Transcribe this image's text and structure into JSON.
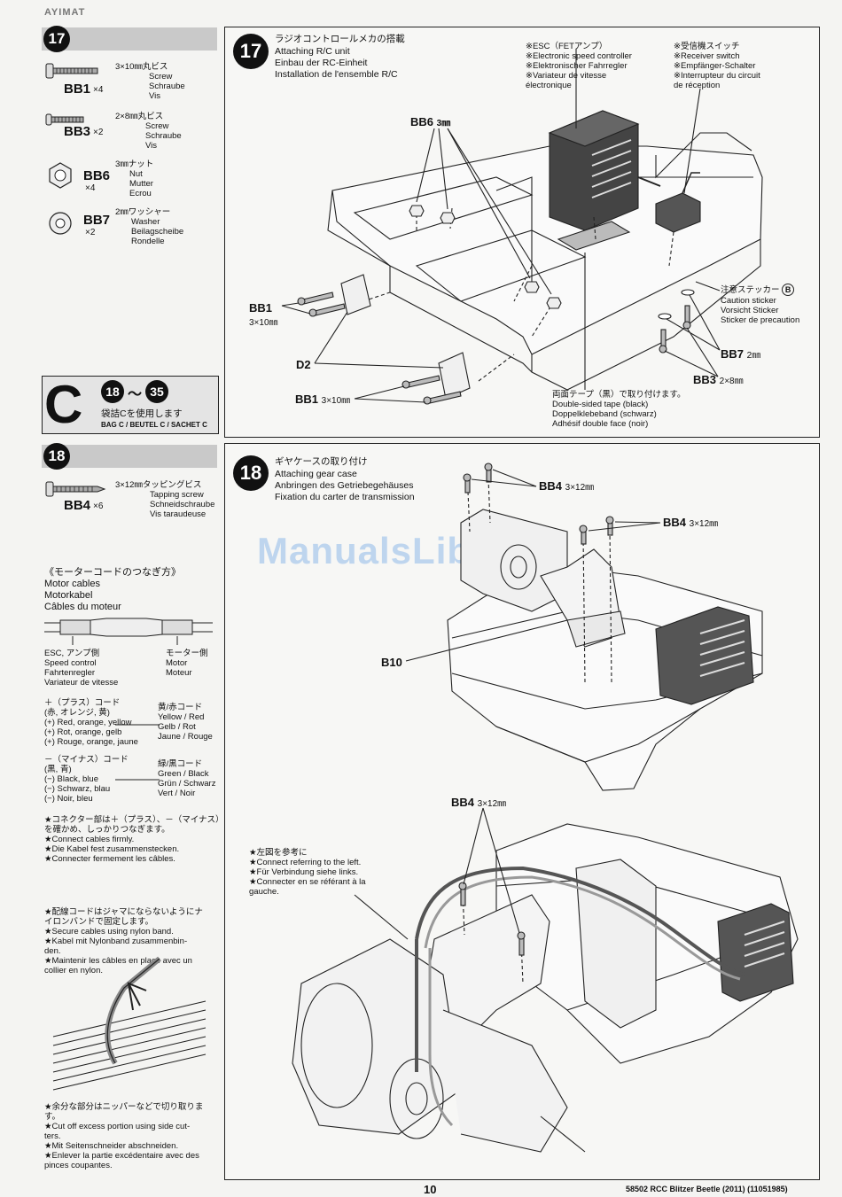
{
  "header_text": "AYIMAT",
  "step17": {
    "number": "17",
    "parts": [
      {
        "code": "BB1",
        "qty": "×4",
        "jp": "3×10㎜丸ビス",
        "en": "Screw",
        "de": "Schraube",
        "fr": "Vis",
        "icon": "screw-icon"
      },
      {
        "code": "BB3",
        "qty": "×2",
        "jp": "2×8㎜丸ビス",
        "en": "Screw",
        "de": "Schraube",
        "fr": "Vis",
        "icon": "screw-icon"
      },
      {
        "code": "BB6",
        "qty": "×4",
        "jp": "3㎜ナット",
        "en": "Nut",
        "de": "Mutter",
        "fr": "Ecrou",
        "icon": "nut-icon"
      },
      {
        "code": "BB7",
        "qty": "×2",
        "jp": "2㎜ワッシャー",
        "en": "Washer",
        "de": "Beilagscheibe",
        "fr": "Rondelle",
        "icon": "washer-icon"
      }
    ],
    "title_jp": "ラジオコントロールメカの搭載",
    "title_en": "Attaching R/C unit",
    "title_de": "Einbau der RC-Einheit",
    "title_fr": "Installation de l'ensemble R/C",
    "esc": {
      "jp": "※ESC（FETアンプ）",
      "en": "※Electronic speed controller",
      "de": "※Elektronischer Fahrregler",
      "fr1": "※Variateur de vitesse",
      "fr2": "électronique"
    },
    "receiver": {
      "jp": "※受信機スイッチ",
      "en": "※Receiver switch",
      "de": "※Empfänger-Schalter",
      "fr1": "※Interrupteur du circuit",
      "fr2": "de réception"
    },
    "caution": {
      "jp": "注意ステッカー",
      "mark": "B",
      "en": "Caution sticker",
      "de": "Vorsicht Sticker",
      "fr": "Sticker de precaution"
    },
    "tape": {
      "jp": "両面テープ（黒）で取り付けます。",
      "en": "Double-sided tape (black)",
      "de": "Doppelklebeband (schwarz)",
      "fr": "Adhésif double face (noir)"
    },
    "labels": {
      "bb6": "BB6",
      "bb6_size": "3㎜",
      "bb1a": "BB1",
      "bb1a_size": "3×10㎜",
      "d2": "D2",
      "bb1b": "BB1",
      "bb1b_size": "3×10㎜",
      "bb7": "BB7",
      "bb7_size": "2㎜",
      "bb3": "BB3",
      "bb3_size": "2×8㎜"
    }
  },
  "bag": {
    "letter": "C",
    "from": "18",
    "tilde": "～",
    "to": "35",
    "jp": "袋詰Cを使用します",
    "en": "BAG C / BEUTEL C / SACHET C"
  },
  "step18": {
    "number": "18",
    "parts": [
      {
        "code": "BB4",
        "qty": "×6",
        "jp": "3×12㎜タッピングビス",
        "en": "Tapping screw",
        "de": "Schneidschraube",
        "fr": "Vis taraudeuse",
        "icon": "tapping-screw-icon"
      }
    ],
    "title_jp": "ギヤケースの取り付け",
    "title_en": "Attaching gear case",
    "title_de": "Anbringen des Getriebegehäuses",
    "title_fr": "Fixation du carter de transmission",
    "labels": {
      "bb4a": "BB4",
      "bb4a_size": "3×12㎜",
      "bb4b": "BB4",
      "bb4b_size": "3×12㎜",
      "b10": "B10",
      "bb4c": "BB4",
      "bb4c_size": "3×12㎜"
    },
    "connect_note": [
      "★左図を参考に",
      "★Connect referring to the left.",
      "★Für Verbindung siehe links.",
      "★Connecter en se référant à la",
      "gauche."
    ]
  },
  "motor_cables": {
    "title_jp": "《モーターコードのつなぎ方》",
    "en": "Motor cables",
    "de": "Motorkabel",
    "fr": "Câbles du moteur",
    "esc_side": [
      "ESC, アンプ側",
      "Speed control",
      "Fahrtenregler",
      "Variateur de vitesse"
    ],
    "motor_side": [
      "モーター側",
      "Motor",
      "Moteur"
    ],
    "plus": [
      "＋（プラス）コード",
      "(赤, オレンジ, 黄)",
      "(+) Red, orange, yellow",
      "(+) Rot, orange, gelb",
      "(+) Rouge, orange, jaune"
    ],
    "plus_motor": [
      "黄/赤コード",
      "Yellow / Red",
      "Gelb / Rot",
      "Jaune / Rouge"
    ],
    "minus": [
      "－（マイナス）コード",
      "(黒, 青)",
      "(−) Black, blue",
      "(−) Schwarz, blau",
      "(−) Noir, bleu"
    ],
    "minus_motor": [
      "緑/黒コード",
      "Green / Black",
      "Grün / Schwarz",
      "Vert / Noir"
    ],
    "note1": [
      "★コネクター部は＋（プラス）、－（マイナス）",
      "を確かめ、しっかりつなぎます。",
      "★Connect cables firmly.",
      "★Die Kabel fest zusammenstecken.",
      "★Connecter fermement les câbles."
    ],
    "note2": [
      "★配線コードはジャマにならないようにナ",
      "イロンバンドで固定します。",
      "★Secure cables using nylon band.",
      "★Kabel mit Nylonband zusammenbin-",
      "den.",
      "★Maintenir les câbles en place avec un",
      "collier en nylon."
    ],
    "note3": [
      "★余分な部分はニッパーなどで切り取りま",
      "す。",
      "★Cut off excess portion using side cut-",
      "ters.",
      "★Mit Seitenschneider abschneiden.",
      "★Enlever la partie excédentaire avec des",
      "pinces coupantes."
    ]
  },
  "watermark": "ManualsLib.de",
  "footer": {
    "page": "10",
    "product": "58502 RCC Blitzer Beetle (2011) (11051985)"
  }
}
